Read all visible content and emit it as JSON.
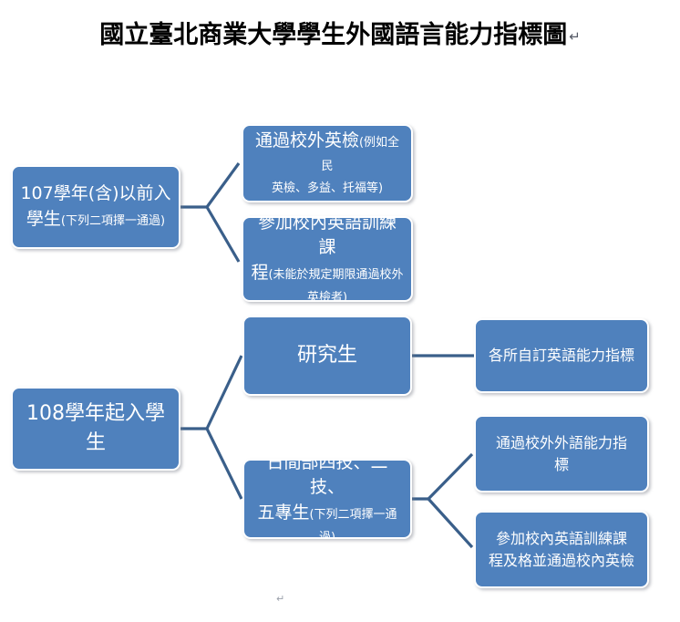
{
  "title": {
    "text": "國立臺北商業大學學生外國語言能力指標圖",
    "paragraph_mark": "↵"
  },
  "colors": {
    "box_fill": "#4f81bd",
    "box_border": "#ffffff",
    "box_text": "#ffffff",
    "connector": "#3a5f8a",
    "background": "#ffffff",
    "title_text": "#000000"
  },
  "page_mark": "↵",
  "nodes": {
    "root_107": {
      "line1": "107學年(含)以前入",
      "line2_lead": "學生",
      "line2_sub": "(下列二項擇一通過)"
    },
    "leaf_107_a": {
      "line1_lead": "通過校外英檢",
      "line1_sub": "(例如全民",
      "line2_sub": "英檢、多益、托福等)"
    },
    "leaf_107_b": {
      "line1_lead": "參加校內英語訓練課",
      "line2_lead": "程",
      "line2_sub": "(未能於規定期限通過校外",
      "line3_sub": "英檢者)"
    },
    "root_108": {
      "line1": "108學年起入學",
      "line2": "生"
    },
    "mid_grad": {
      "line1": "研究生"
    },
    "leaf_grad": {
      "line1": "各所自訂英語能力指標"
    },
    "mid_day": {
      "line1": "日間部四技、二技、",
      "line2_lead": "五專生",
      "line2_sub": "(下列二項擇一通過)"
    },
    "leaf_day_a": {
      "line1": "通過校外外語能力指",
      "line2": "標"
    },
    "leaf_day_b": {
      "line1": "參加校內英語訓練課",
      "line2": "程及格並通過校內英檢"
    }
  },
  "diagram": {
    "type": "org-flow-tree",
    "edges": [
      {
        "from": "root_107",
        "to": "leaf_107_a",
        "style": "elbow-branch"
      },
      {
        "from": "root_107",
        "to": "leaf_107_b",
        "style": "elbow-branch"
      },
      {
        "from": "root_108",
        "to": "mid_grad",
        "style": "elbow-branch"
      },
      {
        "from": "root_108",
        "to": "mid_day",
        "style": "elbow-branch"
      },
      {
        "from": "mid_grad",
        "to": "leaf_grad",
        "style": "straight"
      },
      {
        "from": "mid_day",
        "to": "leaf_day_a",
        "style": "elbow-branch"
      },
      {
        "from": "mid_day",
        "to": "leaf_day_b",
        "style": "elbow-branch"
      }
    ]
  }
}
